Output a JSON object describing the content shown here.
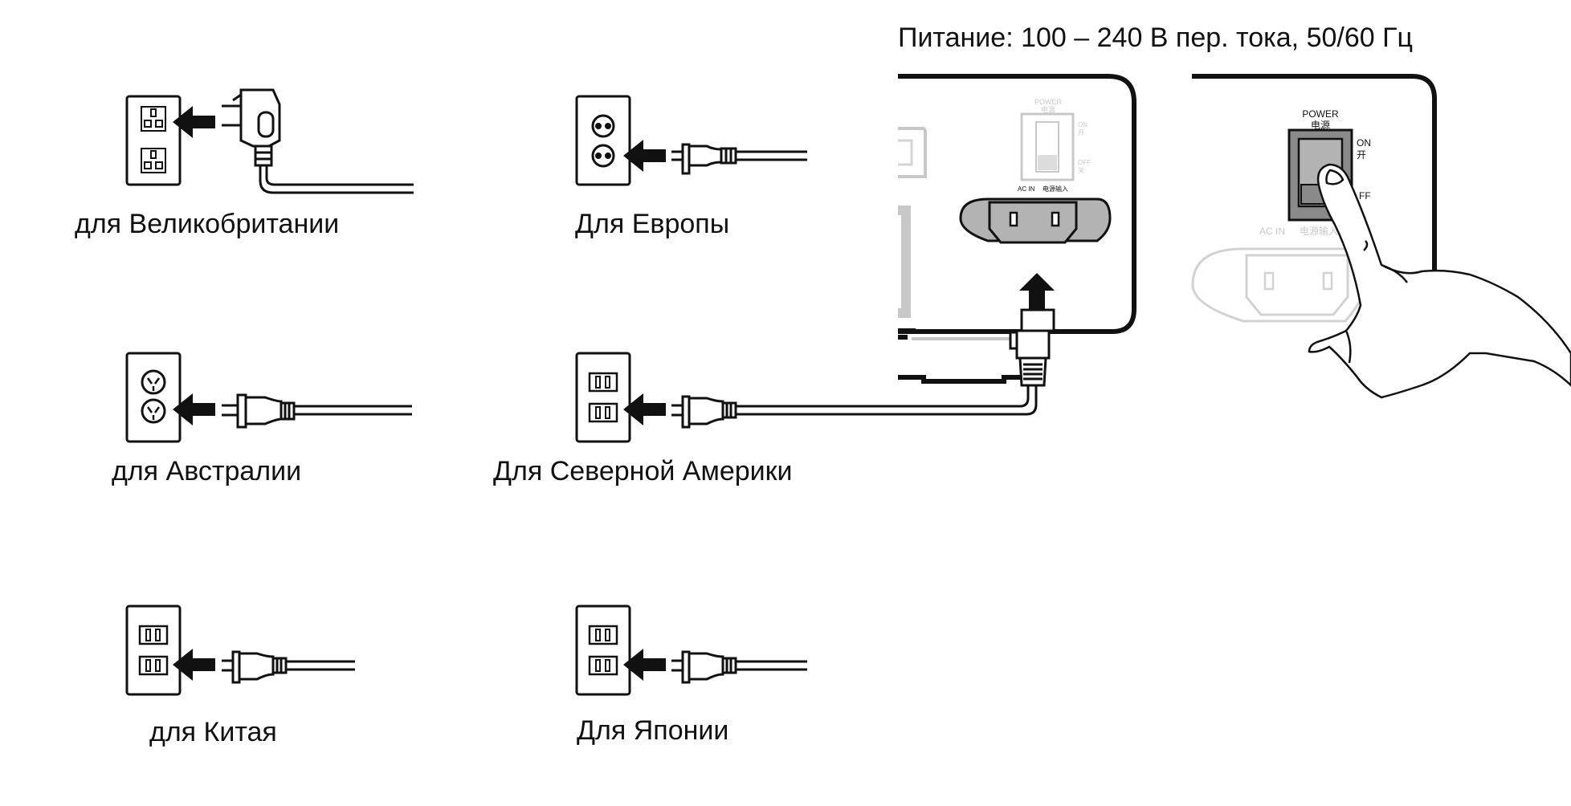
{
  "title": "Питание: 100 – 240 В пер. тока, 50/60 Гц",
  "regions": {
    "uk": "для Великобритании",
    "europe": "Для Европы",
    "australia": "для Австралии",
    "north_america": "Для Северной Америки",
    "china": "для Китая",
    "japan": "Для Японии"
  },
  "panel_left": {
    "power": "POWER",
    "power_cn": "电源",
    "on": "ON",
    "on_cn": "开",
    "off": "OFF",
    "off_cn": "关",
    "ac_in": "AC IN",
    "ac_in_cn": "电源输入"
  },
  "panel_right": {
    "power": "POWER",
    "power_cn": "电源",
    "on": "ON",
    "on_cn": "开",
    "off": "FF",
    "ac_in": "AC IN",
    "ac_in_cn": "电源输入"
  },
  "colors": {
    "ink": "#111111",
    "gray_fill": "#b3b3b3",
    "faded": "#c8c8c8"
  }
}
